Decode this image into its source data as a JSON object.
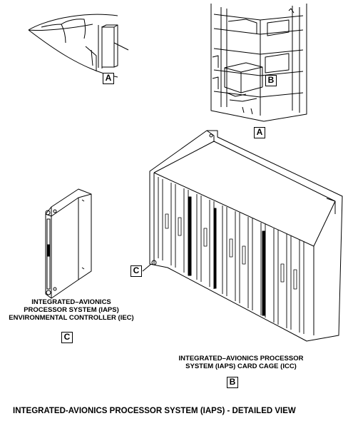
{
  "callouts": {
    "nose_ref": "A",
    "bay_ref": "B",
    "view_a": "A",
    "iec_pointer": "C",
    "view_c": "C",
    "view_b": "B"
  },
  "captions": {
    "iec": "INTEGRATED–AVIONICS\nPROCESSOR SYSTEM (IAPS)\nENVIRONMENTAL CONTROLLER (IEC)",
    "icc": "INTEGRATED–AVIONICS PROCESSOR\nSYSTEM (IAPS) CARD CAGE (ICC)"
  },
  "title": "INTEGRATED-AVIONICS PROCESSOR SYSTEM (IAPS) - DETAILED VIEW"
}
